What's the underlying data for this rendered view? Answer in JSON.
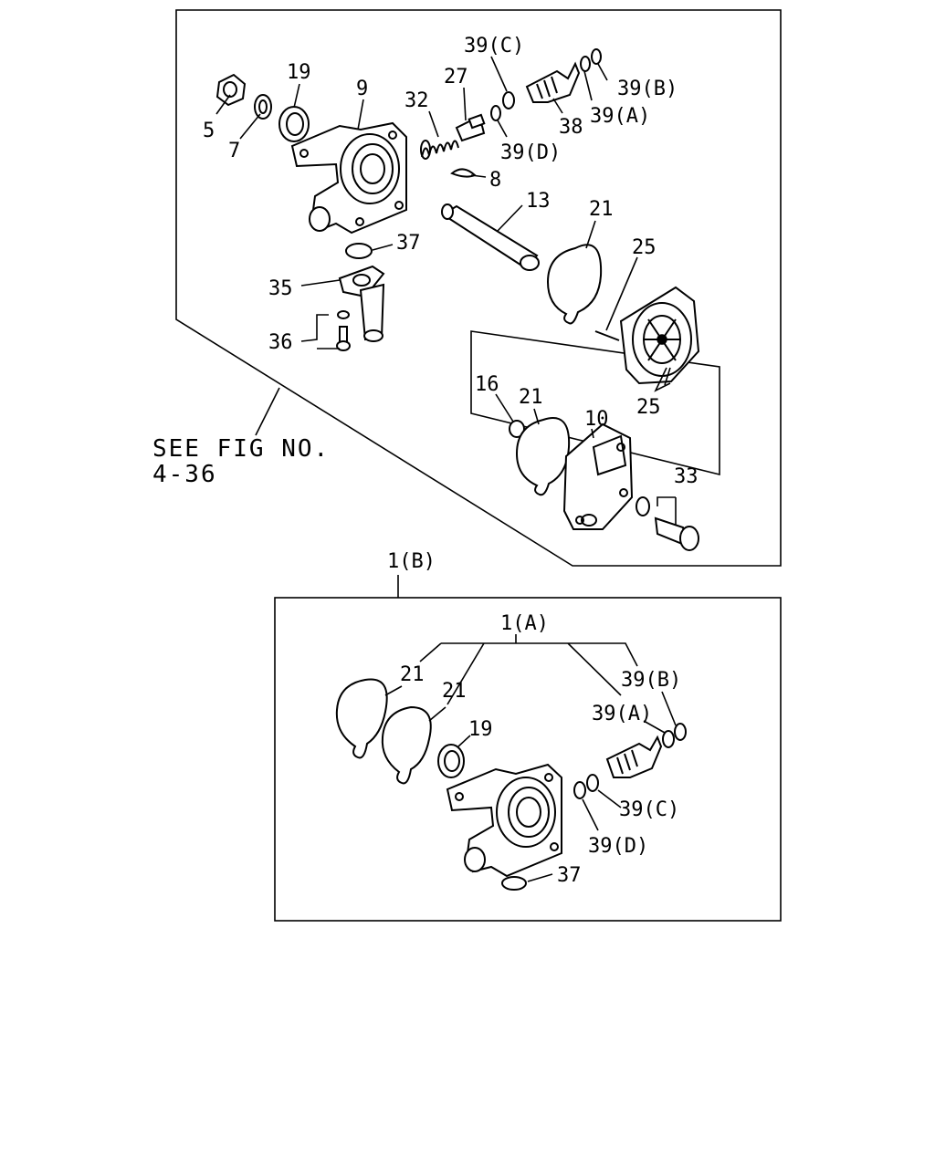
{
  "reference": {
    "line1": "SEE FIG NO.",
    "line2": "4-36"
  },
  "upper_labels": {
    "p5": "5",
    "p7": "7",
    "p19": "19",
    "p9": "9",
    "p32": "32",
    "p27": "27",
    "p39c": "39(C)",
    "p39b": "39(B)",
    "p39a": "39(A)",
    "p38": "38",
    "p39d": "39(D)",
    "p8": "8",
    "p13": "13",
    "p21": "21",
    "p25a": "25",
    "p37": "37",
    "p35": "35",
    "p36": "36",
    "p16": "16",
    "p21b": "21",
    "p10": "10",
    "p25b": "25",
    "p33": "33"
  },
  "kit_labels": {
    "k1b": "1(B)",
    "k1a": "1(A)",
    "k21a": "21",
    "k21b": "21",
    "k19": "19",
    "k39b": "39(B)",
    "k39a": "39(A)",
    "k39c": "39(C)",
    "k39d": "39(D)",
    "k37": "37"
  }
}
